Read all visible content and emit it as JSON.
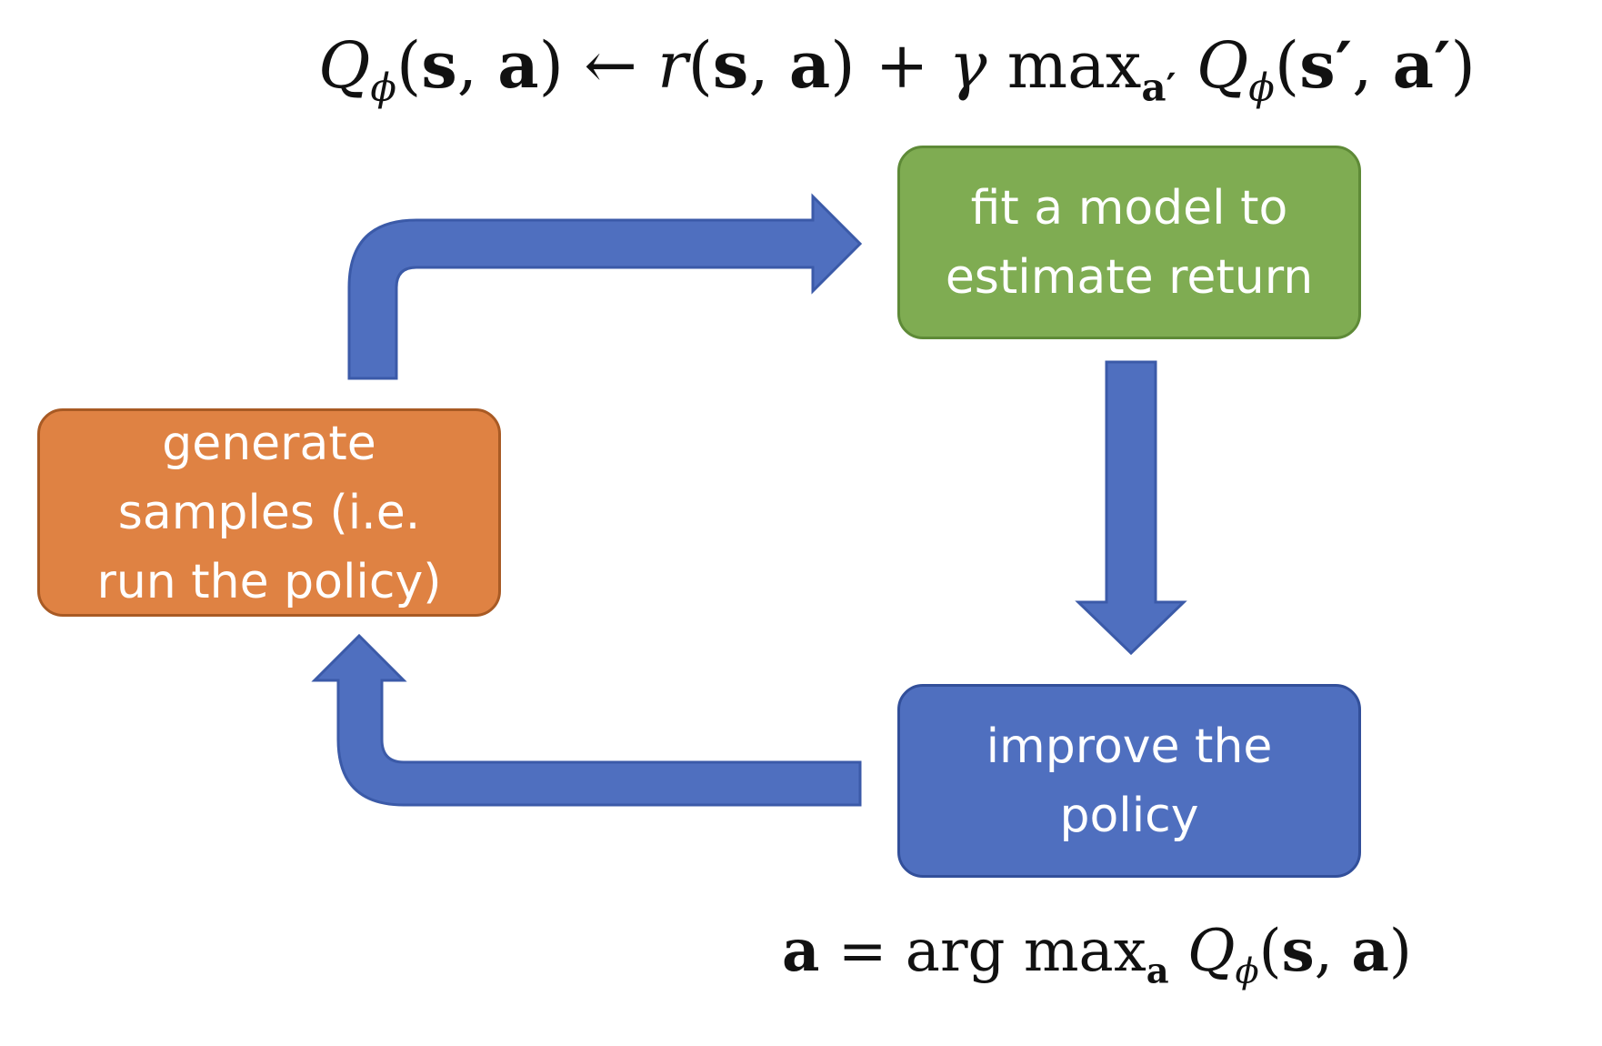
{
  "colors": {
    "arrow": "#4f6fbf",
    "arrow_outline": "#3b5aa8",
    "box_fit_fill": "#7fac52",
    "box_fit_border": "#5e8a37",
    "box_improve_fill": "#4f6fbf",
    "box_improve_border": "#324f9a",
    "box_generate_fill": "#df8243",
    "box_generate_border": "#a85a24",
    "box_text": "#ffffff"
  },
  "formula_top": {
    "q": "Q",
    "phi": "ϕ",
    "open": "(",
    "s": "s",
    "comma": ", ",
    "a": "a",
    "close": ")",
    "arrow": " ← ",
    "r": "r",
    "plus": " + ",
    "gamma": "γ",
    "max": " max",
    "max_sub": "a′",
    "q2": " Q",
    "phi2": "ϕ",
    "open2": "(",
    "s2": "s′",
    "comma2": ", ",
    "a2": "a′",
    "close2": ")"
  },
  "formula_bottom": {
    "a": "a",
    "eq": " = arg max",
    "max_sub": "a",
    "q": " Q",
    "phi": "ϕ",
    "open": "(",
    "s": "s",
    "comma": ", ",
    "a2": "a",
    "close": ")"
  },
  "boxes": {
    "fit": {
      "line1": "fit a model to",
      "line2": "estimate return"
    },
    "improve": {
      "line1": "improve the",
      "line2": "policy"
    },
    "generate": {
      "line1": "generate",
      "line2": "samples (i.e.",
      "line3": "run the policy)"
    }
  }
}
